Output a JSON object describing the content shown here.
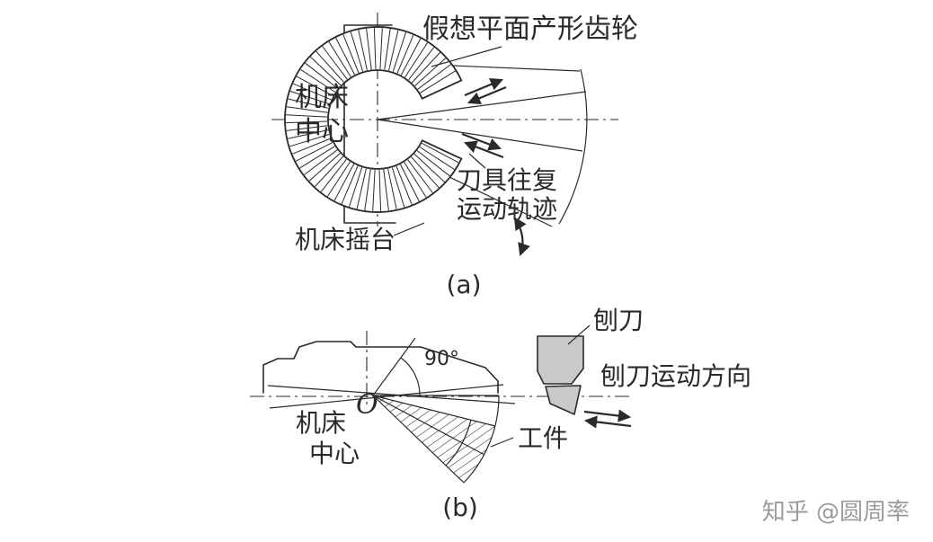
{
  "figure_a": {
    "caption": "(a)",
    "machine_center_line1": "机床",
    "machine_center_line2": "中心",
    "imaginary_gear_label": "假想平面产形齿轮",
    "tool_path_line1": "刀具往复",
    "tool_path_line2": "运动轨迹",
    "cradle_label": "机床摇台"
  },
  "figure_b": {
    "caption": "(b)",
    "angle_label": "90°",
    "machine_center_line1": "机床",
    "machine_center_line2": "中心",
    "center_point": "O",
    "workpiece_label": "工件",
    "planer_tool_label": "刨刀",
    "tool_direction_label": "刨刀运动方向"
  },
  "watermark": "知乎 @圆周率",
  "colors": {
    "ink": "#2a2a2a",
    "tool-fill": "#c9c9c9",
    "watermark": "#9b9b9b",
    "paper": "#ffffff"
  }
}
